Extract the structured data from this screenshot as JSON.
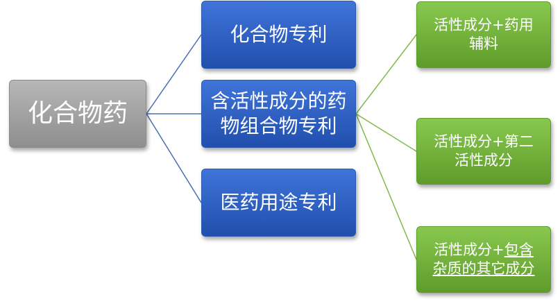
{
  "diagram": {
    "root": {
      "label": "化合物药"
    },
    "branches": [
      {
        "label": "化合物专利"
      },
      {
        "line1": "含活性成分的药",
        "line2": "物组合物专利"
      },
      {
        "label": "医药用途专利"
      }
    ],
    "sub_branches": [
      {
        "line1": "活性成分+药用",
        "line2": "辅料"
      },
      {
        "line1": "活性成分+第二",
        "line2": "活性成分"
      },
      {
        "line1_plain": "活性成分+",
        "line1_underlined": "包含",
        "line2_underlined": "杂质的其它成分"
      }
    ],
    "colors": {
      "root": "#a0a0a0",
      "branch": "#2e5fc4",
      "sub_branch": "#72b23c",
      "connector_blue": "#4a6fb0",
      "connector_green": "#7fba4a"
    }
  }
}
